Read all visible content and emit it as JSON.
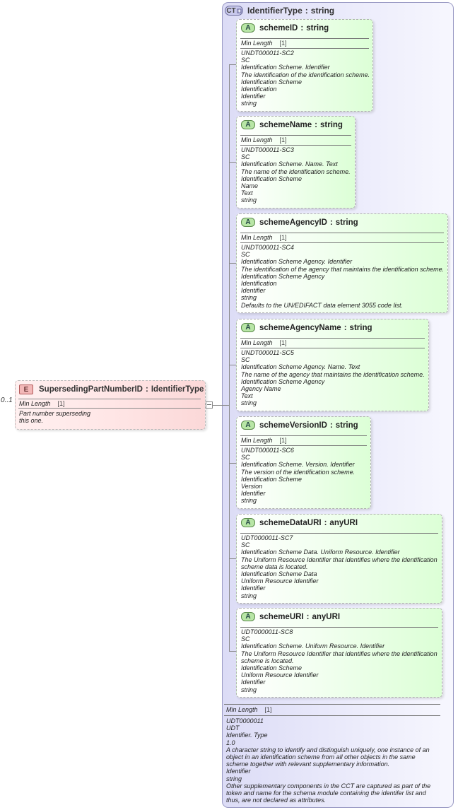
{
  "element": {
    "badge": "E",
    "name": "SupersedingPartNumberID",
    "sep": ":",
    "type": "IdentifierType",
    "cardinality": "0..1",
    "min_length_label": "Min Length",
    "min_length_count": "[1]",
    "doc": [
      "Part number superseding",
      "this one."
    ]
  },
  "complex_type": {
    "badge": "CT",
    "badge_icon": "plus-icon",
    "name": "IdentifierType",
    "sep": ":",
    "type": "string",
    "min_length_label": "Min Length",
    "min_length_count": "[1]",
    "doc": [
      "UDT0000011",
      "UDT",
      "Identifier. Type",
      "1.0",
      "A character string to identify and distinguish uniquely, one instance of an",
      "object in an identification scheme from all other objects in the same",
      "scheme together with relevant supplementary information.",
      "Identifier",
      "string",
      "Other supplementary components in the CCT are captured as part of the",
      "token and name for the schema module containing the identifer list and",
      "thus, are not declared as attributes."
    ]
  },
  "attributes": [
    {
      "badge": "A",
      "name": "schemeID",
      "sep": ":",
      "type": "string",
      "min_length_label": "Min Length",
      "min_length_count": "[1]",
      "doc": [
        "UNDT000011-SC2",
        "SC",
        "Identification Scheme. Identifier",
        "The identification of the identification scheme.",
        "Identification Scheme",
        "Identification",
        "Identifier",
        "string"
      ]
    },
    {
      "badge": "A",
      "name": "schemeName",
      "sep": ":",
      "type": "string",
      "min_length_label": "Min Length",
      "min_length_count": "[1]",
      "doc": [
        "UNDT000011-SC3",
        "SC",
        "Identification Scheme. Name. Text",
        "The name of the identification scheme.",
        "Identification Scheme",
        "Name",
        "Text",
        "string"
      ]
    },
    {
      "badge": "A",
      "name": "schemeAgencyID",
      "sep": ":",
      "type": "string",
      "min_length_label": "Min Length",
      "min_length_count": "[1]",
      "doc": [
        "UNDT000011-SC4",
        "SC",
        "Identification Scheme Agency. Identifier",
        "The identification of the agency that maintains the identification scheme.",
        "Identification Scheme Agency",
        "Identification",
        "Identifier",
        "string",
        "Defaults to the UN/EDIFACT data element 3055 code list."
      ]
    },
    {
      "badge": "A",
      "name": "schemeAgencyName",
      "sep": ":",
      "type": "string",
      "min_length_label": "Min Length",
      "min_length_count": "[1]",
      "doc": [
        "UNDT000011-SC5",
        "SC",
        "Identification Scheme Agency. Name. Text",
        "The name of the agency that maintains the identification scheme.",
        "Identification Scheme Agency",
        "Agency Name",
        "Text",
        "string"
      ]
    },
    {
      "badge": "A",
      "name": "schemeVersionID",
      "sep": ":",
      "type": "string",
      "min_length_label": "Min Length",
      "min_length_count": "[1]",
      "doc": [
        "UNDT000011-SC6",
        "SC",
        "Identification Scheme. Version. Identifier",
        "The version of the identification scheme.",
        "Identification Scheme",
        "Version",
        "Identifier",
        "string"
      ]
    },
    {
      "badge": "A",
      "name": "schemeDataURI",
      "sep": ":",
      "type": "anyURI",
      "doc": [
        "UDT0000011-SC7",
        "SC",
        "Identification Scheme Data. Uniform Resource. Identifier",
        "The Uniform Resource Identifier that identifies where the identification",
        "scheme data is located.",
        "Identification Scheme Data",
        "Uniform Resource Identifier",
        "Identifier",
        "string"
      ]
    },
    {
      "badge": "A",
      "name": "schemeURI",
      "sep": ":",
      "type": "anyURI",
      "doc": [
        "UDT0000011-SC8",
        "SC",
        "Identification Scheme. Uniform Resource. Identifier",
        "The Uniform Resource Identifier that identifies where the identification",
        "scheme is located.",
        "Identification Scheme",
        "Uniform Resource Identifier",
        "Identifier",
        "string"
      ]
    }
  ]
}
